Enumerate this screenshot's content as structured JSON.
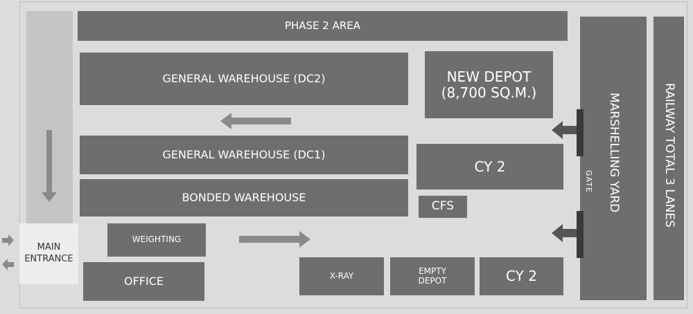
{
  "zones": {
    "phase2": "PHASE 2 AREA",
    "dc2": "GENERAL WAREHOUSE (DC2)",
    "new_depot_line1": "NEW DEPOT",
    "new_depot_line2": "(8,700 SQ.M.)",
    "dc1": "GENERAL WAREHOUSE (DC1)",
    "cy2_upper": "CY 2",
    "bonded": "BONDED WAREHOUSE",
    "cfs": "CFS",
    "weighting": "WEIGHTING",
    "office": "OFFICE",
    "xray": "X-RAY",
    "empty_depot_line1": "EMPTY",
    "empty_depot_line2": "DEPOT",
    "cy2_lower": "CY 2",
    "marshelling_yard": "MARSHELLING YARD",
    "gate": "GATE",
    "railway": "RAILWAY TOTAL 3 LANES"
  },
  "entrance": {
    "line1": "MAIN",
    "line2": "ENTRANCE"
  },
  "colors": {
    "building": "#6e6e6e",
    "road": "#c4c4c4",
    "background": "#dcdcdc",
    "arrow": "#8a8a8a",
    "gate_bar": "#3a3a3a"
  }
}
